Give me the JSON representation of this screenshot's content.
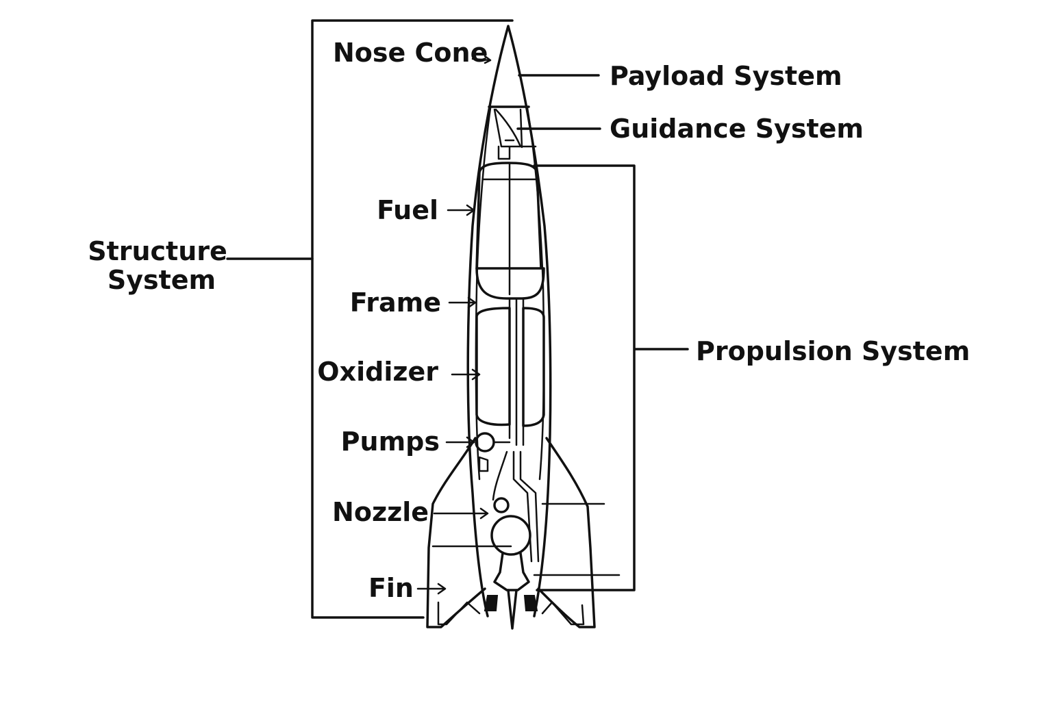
{
  "labels": {
    "nose_cone": "Nose Cone",
    "payload_system": "Payload System",
    "guidance_system": "Guidance System",
    "structure_system_line1": "Structure",
    "structure_system_line2": "System",
    "fuel": "Fuel",
    "frame": "Frame",
    "oxidizer": "Oxidizer",
    "pumps": "Pumps",
    "nozzle": "Nozzle",
    "fin": "Fin",
    "propulsion_system": "Propulsion System"
  },
  "colors": {
    "ink": "#111111",
    "background": "#ffffff"
  }
}
